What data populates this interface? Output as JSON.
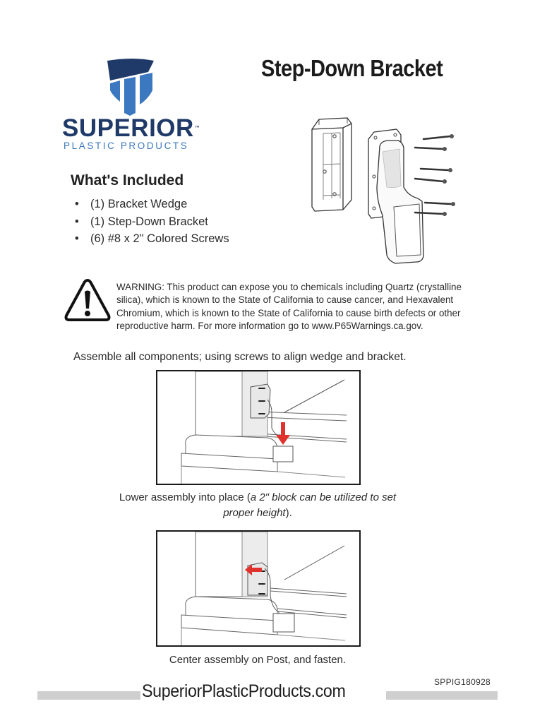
{
  "header": {
    "title": "Step-Down Bracket"
  },
  "logo": {
    "wordmark": "SUPERIOR",
    "trademark": "™",
    "subtitle": "PLASTIC PRODUCTS",
    "colors": {
      "dark_blue": "#1f3a68",
      "light_blue": "#3b78c0"
    }
  },
  "included": {
    "heading": "What's Included",
    "bullet": "•",
    "items": [
      "(1) Bracket Wedge",
      "(1) Step-Down Bracket",
      "(6) #8 x 2\" Colored Screws"
    ]
  },
  "parts_illustration": {
    "components": [
      "bracket-wedge",
      "step-down-bracket",
      "screws"
    ],
    "screw_count": 6
  },
  "warning": {
    "icon": "warning-triangle-icon",
    "text": "WARNING: This product can expose you to chemicals including Quartz (crystalline silica), which is known to the State of California to cause cancer, and Hexavalent Chromium, which is known to the State of California to cause birth defects or other reproductive harm. For more information go to www.P65Warnings.ca.gov."
  },
  "instructions": {
    "step1": "Assemble all components; using screws to align wedge and bracket.",
    "step2_caption_plain": "Lower assembly into place (",
    "step2_caption_italic": "a 2\" block can be utilized to set proper height",
    "step2_caption_end": ").",
    "step3_caption": "Center assembly on Post, and fasten.",
    "arrow_color": "#e0322c"
  },
  "footer": {
    "website": "SuperiorPlasticProducts.com",
    "doc_code": "SPPIG180928"
  }
}
